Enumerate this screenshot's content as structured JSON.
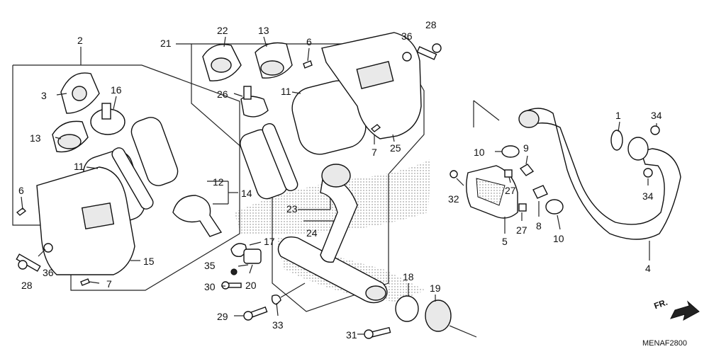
{
  "diagram": {
    "code": "MENAF2800",
    "direction_label": "FR.",
    "callouts": {
      "c2": "2",
      "c3": "3",
      "c16": "16",
      "c13a": "13",
      "c11a": "11",
      "c12": "12",
      "c14": "14",
      "c6a": "6",
      "c15": "15",
      "c36a": "36",
      "c28a": "28",
      "c7a": "7",
      "c21": "21",
      "c22": "22",
      "c13b": "13",
      "c6b": "6",
      "c36b": "36",
      "c28b": "28",
      "c26": "26",
      "c11b": "11",
      "c7b": "7",
      "c25": "25",
      "c23": "23",
      "c24": "24",
      "c17": "17",
      "c35": "35",
      "c20": "20",
      "c30": "30",
      "c29": "29",
      "c33": "33",
      "c18": "18",
      "c19": "19",
      "c31": "31",
      "c10a": "10",
      "c9": "9",
      "c32": "32",
      "c27a": "27",
      "c27b": "27",
      "c8": "8",
      "c10b": "10",
      "c5": "5",
      "c1": "1",
      "c34a": "34",
      "c34b": "34",
      "c4": "4"
    }
  }
}
